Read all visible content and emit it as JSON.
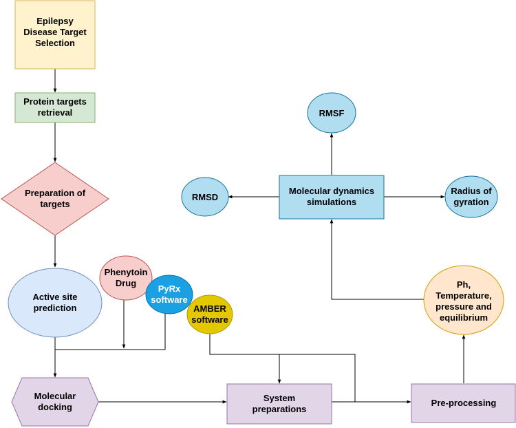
{
  "nodes": {
    "epilepsy": {
      "lines": [
        "Epilepsy",
        "Disease Target",
        "Selection"
      ],
      "fill": "#fff2cc",
      "stroke": "#d6b656"
    },
    "protein": {
      "lines": [
        "Protein targets",
        "retrieval"
      ],
      "fill": "#d5e8d4",
      "stroke": "#82b366"
    },
    "prep_targets": {
      "lines": [
        "Preparation of",
        "targets"
      ],
      "fill": "#f8cecc",
      "stroke": "#b85450"
    },
    "active_site": {
      "lines": [
        "Active site",
        "prediction"
      ],
      "fill": "#dae8fc",
      "stroke": "#6c8ebf"
    },
    "phenytoin": {
      "lines": [
        "Phenytoin",
        "Drug"
      ],
      "fill": "#f8cecc",
      "stroke": "#b85450"
    },
    "pyrx": {
      "lines": [
        "PyRx",
        "software"
      ],
      "fill": "#1ba1e2",
      "stroke": "#006eaf",
      "text_color": "#ffffff"
    },
    "amber": {
      "lines": [
        "AMBER",
        "software"
      ],
      "fill": "#e3c800",
      "stroke": "#b09500"
    },
    "docking": {
      "lines": [
        "Molecular",
        "docking"
      ],
      "fill": "#e1d5e7",
      "stroke": "#9673a6"
    },
    "system_prep": {
      "lines": [
        "System",
        "preparations"
      ],
      "fill": "#e1d5e7",
      "stroke": "#9673a6"
    },
    "preprocessing": {
      "lines": [
        "Pre-processing"
      ],
      "fill": "#e1d5e7",
      "stroke": "#9673a6"
    },
    "ph_temp": {
      "lines": [
        "Ph,",
        "Temperature,",
        "pressure and",
        "equilibrium"
      ],
      "fill": "#ffe6cc",
      "stroke": "#d79b00"
    },
    "md": {
      "lines": [
        "Molecular dynamics",
        "simulations"
      ],
      "fill": "#b1ddf0",
      "stroke": "#10739e"
    },
    "rmsf": {
      "lines": [
        "RMSF"
      ],
      "fill": "#b1ddf0",
      "stroke": "#10739e"
    },
    "rmsd": {
      "lines": [
        "RMSD"
      ],
      "fill": "#b1ddf0",
      "stroke": "#10739e"
    },
    "radius": {
      "lines": [
        "Radius of",
        "gyration"
      ],
      "fill": "#b1ddf0",
      "stroke": "#10739e"
    }
  },
  "text_color": "#000000",
  "edge_color": "#000000"
}
